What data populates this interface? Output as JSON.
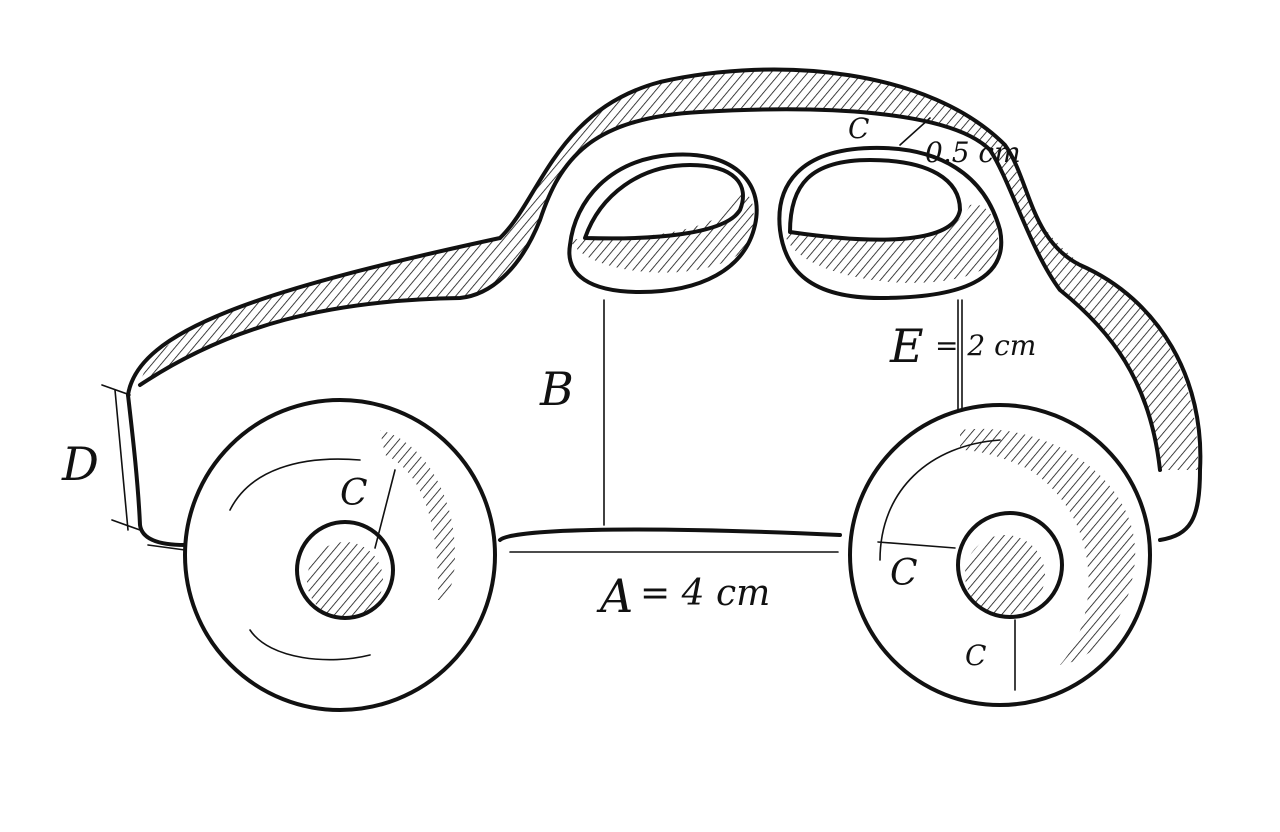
{
  "labels": {
    "A": "A",
    "A_value": "= 4 cm",
    "B": "B",
    "C_wheel_left": "C",
    "C_wheel_right": "C",
    "C_bottom": "C",
    "C_roof": "C",
    "C_roof_value": "0.5 cm",
    "D": "D",
    "E": "E",
    "E_value": "= 2 cm"
  },
  "colors": {
    "ink": "#111111",
    "paper": "#ffffff"
  }
}
